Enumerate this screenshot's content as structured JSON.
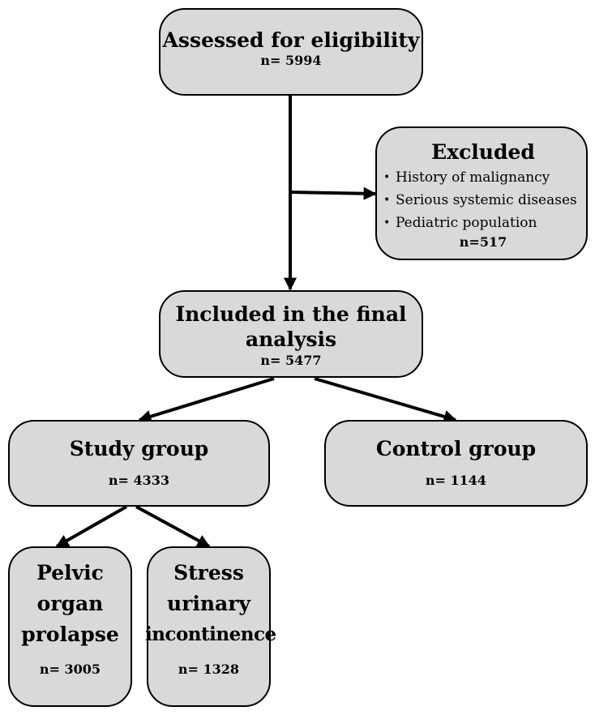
{
  "assessed": {
    "title": "Assessed for eligibility",
    "count": "n= 5994"
  },
  "excluded": {
    "title": "Excluded",
    "reasons": [
      "History of malignancy",
      "Serious systemic diseases",
      "Pediatric population"
    ],
    "count": "n=517"
  },
  "included": {
    "title_line1": "Included in the final",
    "title_line2": "analysis",
    "count": "n= 5477"
  },
  "study": {
    "title": "Study group",
    "count": "n= 4333"
  },
  "control": {
    "title": "Control group",
    "count": "n= 1144"
  },
  "pop": {
    "title_lines": [
      "Pelvic",
      "organ",
      "prolapse"
    ],
    "count": "n= 3005"
  },
  "sui": {
    "title_lines": [
      "Stress",
      "urinary",
      "incontinence"
    ],
    "count": "n= 1328"
  },
  "colors": {
    "box_fill": "#d9d9d9",
    "stroke": "#000000"
  }
}
